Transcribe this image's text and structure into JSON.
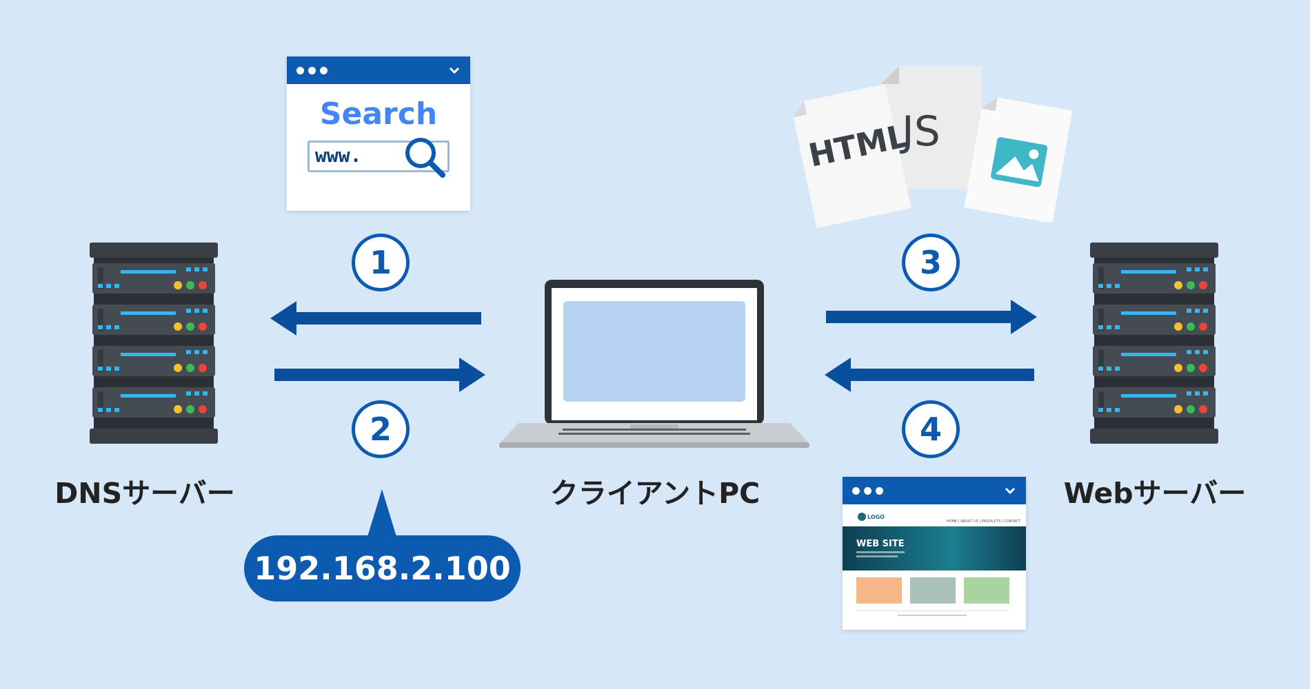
{
  "labels": {
    "dns_server": "DNSサーバー",
    "client_pc": "クライアントPC",
    "web_server": "Webサーバー"
  },
  "steps": [
    "1",
    "2",
    "3",
    "4"
  ],
  "ip_bubble": "192.168.2.100",
  "search_window": {
    "search_word": "Search",
    "url_text": "www."
  },
  "files": {
    "html": "HTML",
    "js": "JS"
  },
  "website": {
    "logo": "LOGO",
    "nav": "HOME | ABOUT US | PRODUCTS | CONTACT",
    "hero_title": "WEB SITE"
  },
  "colors": {
    "background": "#d6e7f8",
    "accent": "#0d5bb0",
    "arrow": "#0a4f9c"
  }
}
